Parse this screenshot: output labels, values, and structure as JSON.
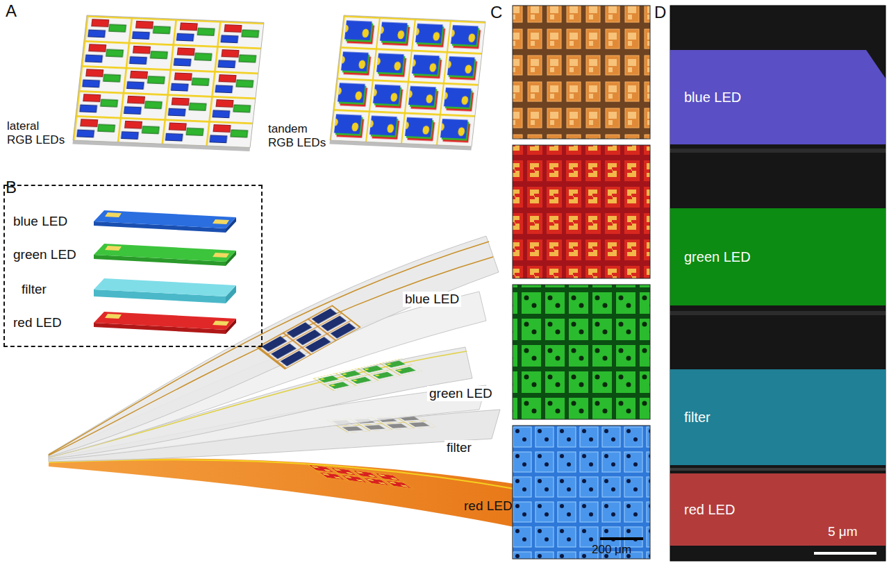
{
  "diagram": {
    "nodes": [
      {
        "text": [
          "blue LED",
          "green LED",
          "filter",
          "red LED"
        ]
      },
      {
        "text": [
          "blue LED"
        ]
      },
      {
        "text": [
          "green LED"
        ]
      },
      {
        "text": [
          "filter"
        ]
      },
      {
        "text": [
          "red LED"
        ]
      }
    ],
    "labels": [
      "A",
      "lateral RGB LEDs",
      "tandem RGB LEDs",
      "B",
      "blue LED",
      "green LED",
      "filter",
      "red LED",
      "C",
      "200 μm",
      "D",
      "5 μm"
    ]
  }
}
